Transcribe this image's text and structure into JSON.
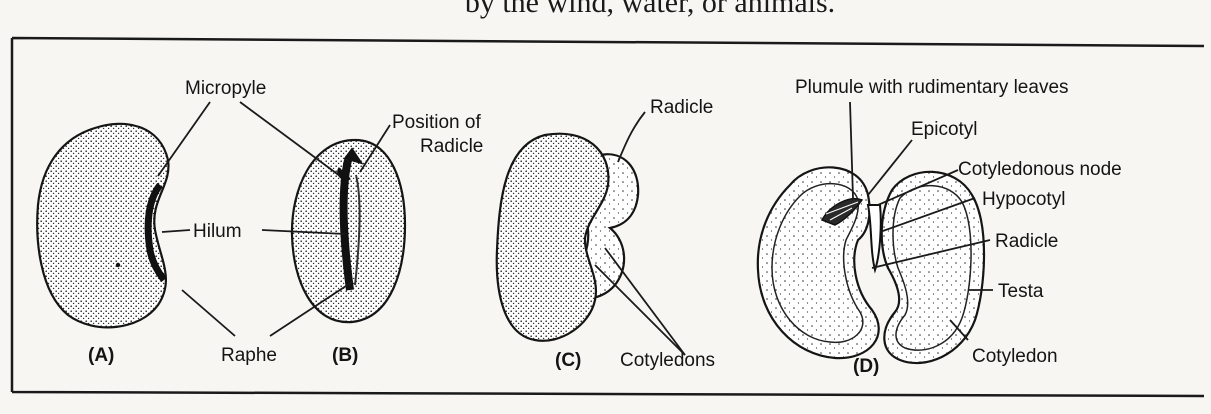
{
  "header_text": "by the wind, water, or animals.",
  "panels": {
    "a": {
      "caption": "(A)"
    },
    "b": {
      "caption": "(B)"
    },
    "c": {
      "caption": "(C)"
    },
    "d": {
      "caption": "(D)"
    }
  },
  "labels": {
    "micropyle": "Micropyle",
    "position_of_radicle_line1": "Position of",
    "position_of_radicle_line2": "Radicle",
    "hilum": "Hilum",
    "raphe": "Raphe",
    "radicle_c": "Radicle",
    "cotyledons": "Cotyledons",
    "plumule": "Plumule with rudimentary leaves",
    "epicotyl": "Epicotyl",
    "cotyledonous_node": "Cotyledonous node",
    "hypocotyl": "Hypocotyl",
    "radicle_d": "Radicle",
    "testa": "Testa",
    "cotyledon": "Cotyledon"
  },
  "colors": {
    "ink": "#141414",
    "paper": "#f7f6f3",
    "frame": "#1a1a1a"
  }
}
